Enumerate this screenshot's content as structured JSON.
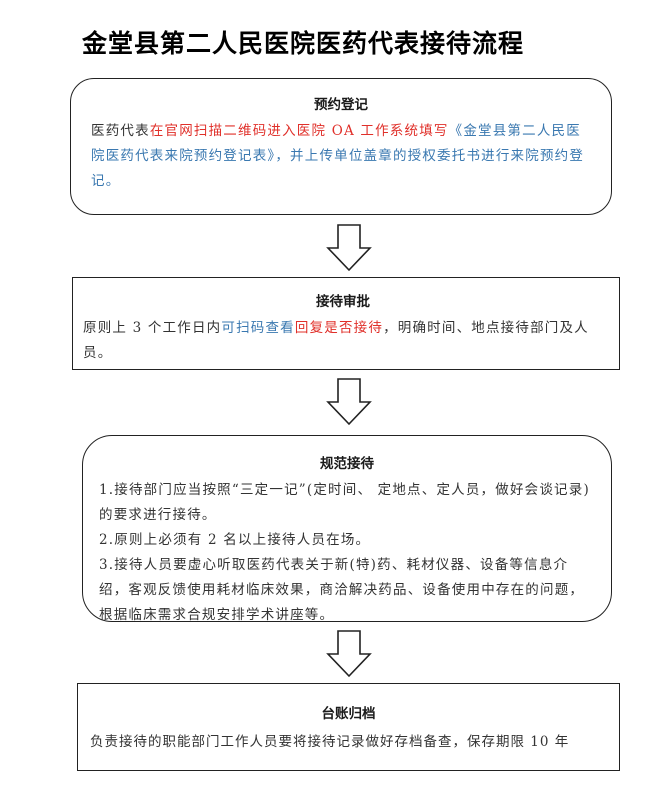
{
  "title": "金堂县第二人民医院医药代表接待流程",
  "steps": [
    {
      "heading": "预约登记",
      "parts": [
        {
          "text": "医药代表",
          "color": "#333333"
        },
        {
          "text": "在官网扫描二维码进入医院 OA 工作系统填写",
          "color": "#e0302a"
        },
        {
          "text": "《金堂县第二人民医院医药代表来院预约登记表》，并上传单位盖章的授权委托书进行来院预约登记。",
          "color": "#3a78b0"
        }
      ]
    },
    {
      "heading": "接待审批",
      "parts": [
        {
          "text": "原则上 3 个工作日内",
          "color": "#333333"
        },
        {
          "text": "可扫码查看",
          "color": "#3a78b0"
        },
        {
          "text": "回复是否接待",
          "color": "#e0302a"
        },
        {
          "text": "，明确时间、地点接待部门及人员。",
          "color": "#333333"
        }
      ]
    },
    {
      "heading": "规范接待",
      "lines": [
        "1.接待部门应当按照“三定一记”(定时间、 定地点、定人员，做好会谈记录)的要求进行接待。",
        "2.原则上必须有 2 名以上接待人员在场。",
        "3.接待人员要虚心听取医药代表关于新(特)药、耗材仪器、设备等信息介绍，客观反馈使用耗材临床效果，商洽解决药品、设备使用中存在的问题，根据临床需求合规安排学术讲座等。"
      ]
    },
    {
      "heading": "台账归档",
      "text": "负责接待的职能部门工作人员要将接待记录做好存档备查，保存期限 10 年"
    }
  ]
}
